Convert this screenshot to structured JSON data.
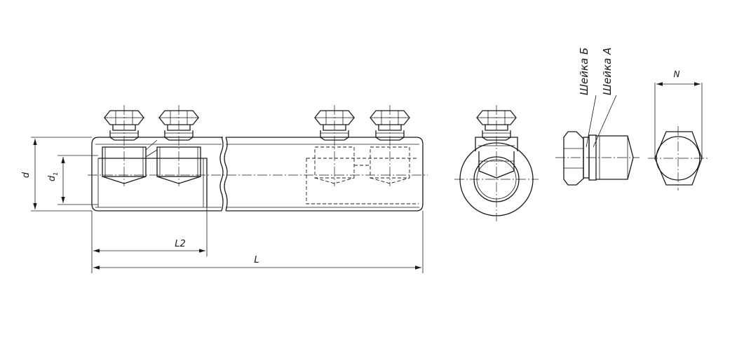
{
  "labels": {
    "d": "d",
    "d1": "d",
    "d1_sub": "1",
    "L2": "L2",
    "L": "L",
    "N": "N",
    "neck_b": "Шейка Б",
    "neck_a": "Шейка А"
  },
  "colors": {
    "line": "#1a1a1a",
    "background": "#ffffff"
  }
}
